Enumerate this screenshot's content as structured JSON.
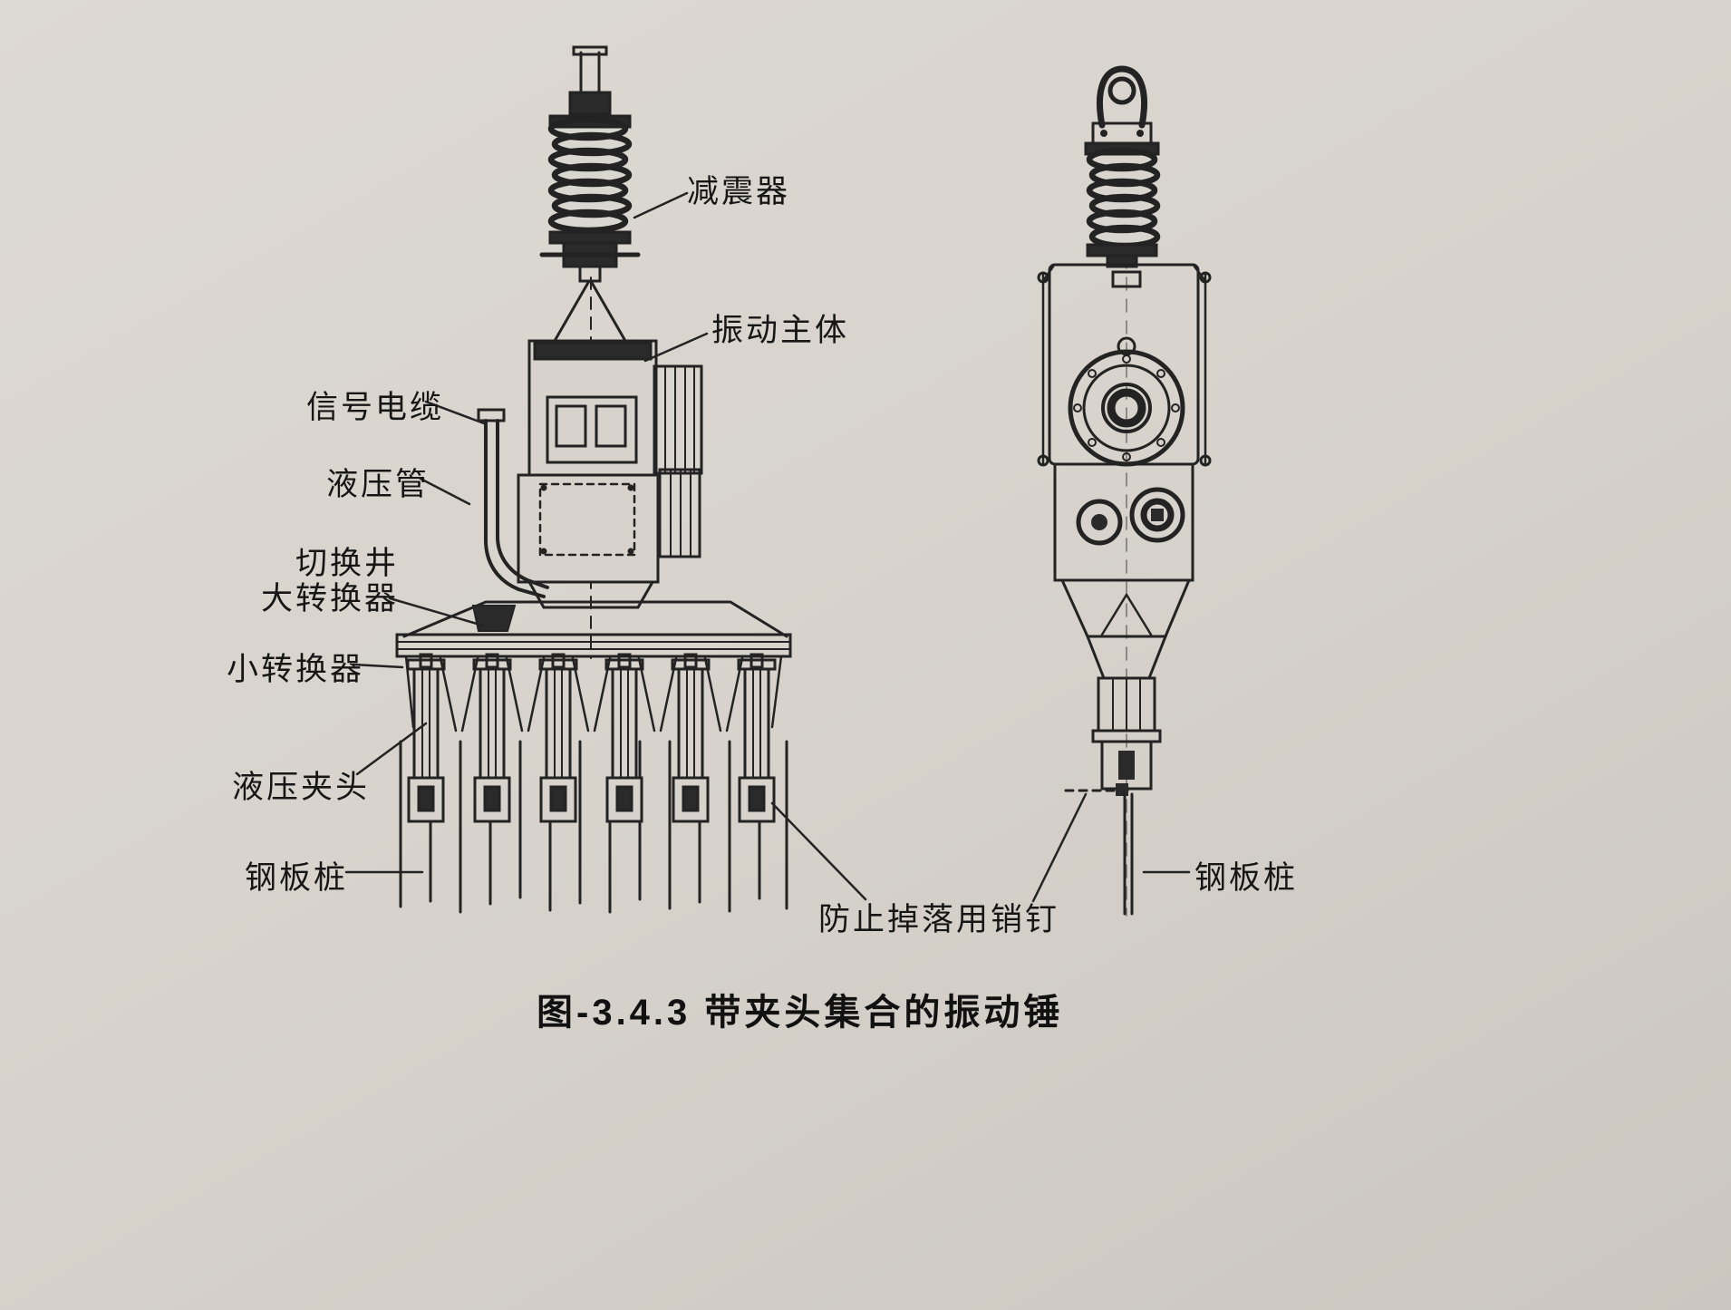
{
  "colors": {
    "paper": "#d7d3cc",
    "paper_light": "#ddd9d3",
    "paper_dark": "#cbc7c0",
    "ink": "#232323"
  },
  "figure": {
    "caption": "图-3.4.3 带夹头集合的振动锤"
  },
  "labels": {
    "damper": "减震器",
    "vibration_body": "振动主体",
    "signal_cable": "信号电缆",
    "hydraulic_pipe": "液压管",
    "switch": "切换井",
    "large_converter": "大转换器",
    "small_converter": "小转换器",
    "hydraulic_clamp": "液压夹头",
    "sheet_pile_left": "钢板桩",
    "anti_drop_pin": "防止掉落用销钉",
    "sheet_pile_right": "钢板桩"
  }
}
